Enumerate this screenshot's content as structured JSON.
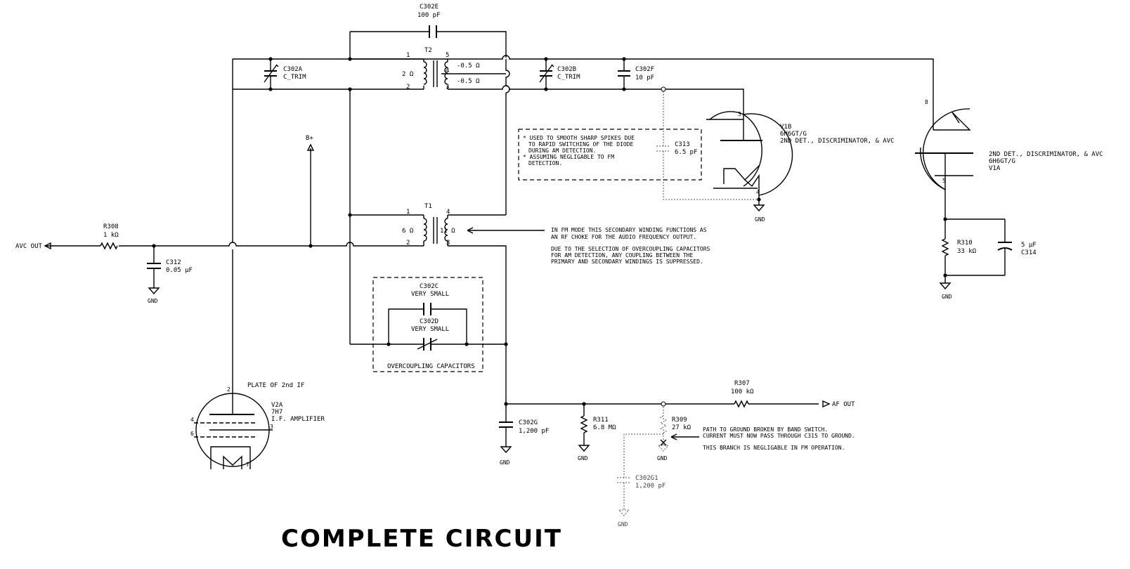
{
  "title": "COMPLETE CIRCUIT",
  "components": {
    "c302e": {
      "ref": "C302E",
      "value": "100 pF"
    },
    "c302a": {
      "ref": "C302A",
      "value": "C_TRIM"
    },
    "c302b": {
      "ref": "C302B",
      "value": "C_TRIM"
    },
    "c302f": {
      "ref": "C302F",
      "value": "10 pF"
    },
    "t2": {
      "ref": "T2",
      "pin1": "1",
      "pin2": "2",
      "pin3": "3",
      "pin4": "4",
      "pin5": "5",
      "pri": "2 Ω",
      "sec_a": "-0.5 Ω",
      "sec_b": "-0.5 Ω"
    },
    "t1": {
      "ref": "T1",
      "pin1": "1",
      "pin2": "2",
      "pin3": "3",
      "pin4": "4",
      "pri": "6 Ω",
      "sec": "11 Ω"
    },
    "r308": {
      "ref": "R308",
      "value": "1 kΩ"
    },
    "c312": {
      "ref": "C312",
      "value": "0.05 µF"
    },
    "c313": {
      "ref": "C313",
      "value": "6.5 pF"
    },
    "v1b": {
      "ref": "V1B",
      "type": "6H6GT/G",
      "desc": "2ND DET., DISCRIMINATOR, & AVC",
      "pin3": "3",
      "pin4": "4"
    },
    "v1a": {
      "ref": "V1A",
      "type": "6H6GT/G",
      "desc": "2ND DET., DISCRIMINATOR, & AVC",
      "pin8": "8",
      "pin5": "5"
    },
    "r310": {
      "ref": "R310",
      "value": "33 kΩ"
    },
    "c314": {
      "ref": "C314",
      "value": "5 µF"
    },
    "c302c": {
      "ref": "C302C",
      "value": "VERY SMALL"
    },
    "c302d": {
      "ref": "C302D",
      "value": "VERY SMALL"
    },
    "overcoupling": "OVERCOUPLING CAPACITORS",
    "r307": {
      "ref": "R307",
      "value": "100 kΩ"
    },
    "c302g": {
      "ref": "C302G",
      "value": "1,200 pF"
    },
    "r311": {
      "ref": "R311",
      "value": "6.8 MΩ"
    },
    "r309": {
      "ref": "R309",
      "value": "27 kΩ"
    },
    "c302g1": {
      "ref": "C302G1",
      "value": "1,200 pF"
    },
    "v2a": {
      "ref": "V2A",
      "type": "7H7",
      "desc": "I.F. AMPLIFIER",
      "note": "PLATE OF 2nd IF",
      "pin2": "2",
      "pin3": "3",
      "pin4": "4",
      "pin6": "6",
      "pin7": "7"
    }
  },
  "nets": {
    "avc_out": "AVC OUT",
    "af_out": "AF OUT",
    "bplus": "B+",
    "gnd": "GND"
  },
  "notes": {
    "spike_1": "* USED TO SMOOTH SHARP SPIKES DUE",
    "spike_2": "TO RAPID SWITCHING OF THE DIODE",
    "spike_3": "DURING AM DETECTION.",
    "spike_4": "* ASSUMING NEGLIGABLE TO FM",
    "spike_5": "DETECTION.",
    "fm_1": "IN FM MODE THIS SECONDARY WINDING FUNCTIONS AS",
    "fm_2": "AN RF CHOKE FOR THE AUDIO FREQUENCY OUTPUT.",
    "fm_3": "DUE TO THE SELECTION OF OVERCOUPLING CAPACITORS",
    "fm_4": "FOR AM DETECTION, ANY COUPLING BETWEEN THE",
    "fm_5": "PRIMARY AND SECONDARY WINDINGS IS SUPPRESSED.",
    "band_1": "PATH TO GROUND BROKEN BY BAND SWITCH.",
    "band_2": "CURRENT MUST NOW PASS THROUGH C315 TO GROUND.",
    "band_3": "THIS BRANCH IS NEGLIGABLE IN FM OPERATION."
  }
}
